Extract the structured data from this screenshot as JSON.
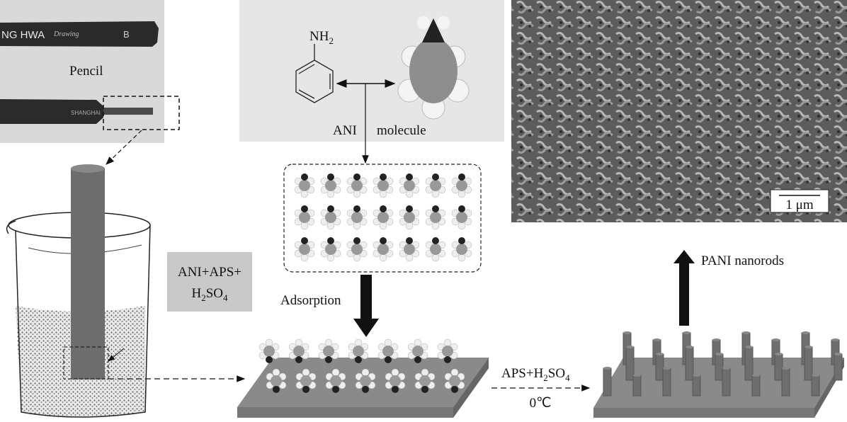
{
  "pencil_photo": {
    "label": "Pencil",
    "brand_text": "NG HWA",
    "script_text": "Drawing",
    "grade": "B",
    "stamp": "SHANGHAI"
  },
  "molecule_panel": {
    "nh2": "NH",
    "nh2_sub": "2",
    "caption_left": "ANI",
    "caption_right": "molecule"
  },
  "sem_image": {
    "scale_bar": "1 μm"
  },
  "solution_label": {
    "line1": "ANI+APS+",
    "line2_a": "H",
    "line2_sub1": "2",
    "line2_b": "SO",
    "line2_sub2": "4"
  },
  "adsorption_label": "Adsorption",
  "reaction": {
    "reagent_a": "APS+H",
    "sub1": "2",
    "reagent_b": "SO",
    "sub2": "4",
    "temperature": "0℃"
  },
  "product_label": "PANI nanorods",
  "colors": {
    "photo_bg": "#d9d9d9",
    "panel_bg": "#e6e6e6",
    "sem_bg": "#6a6a6a",
    "substrate": "#8a8a8a",
    "rod": "#6e6e6e",
    "label_box": "#c9c9c9"
  }
}
